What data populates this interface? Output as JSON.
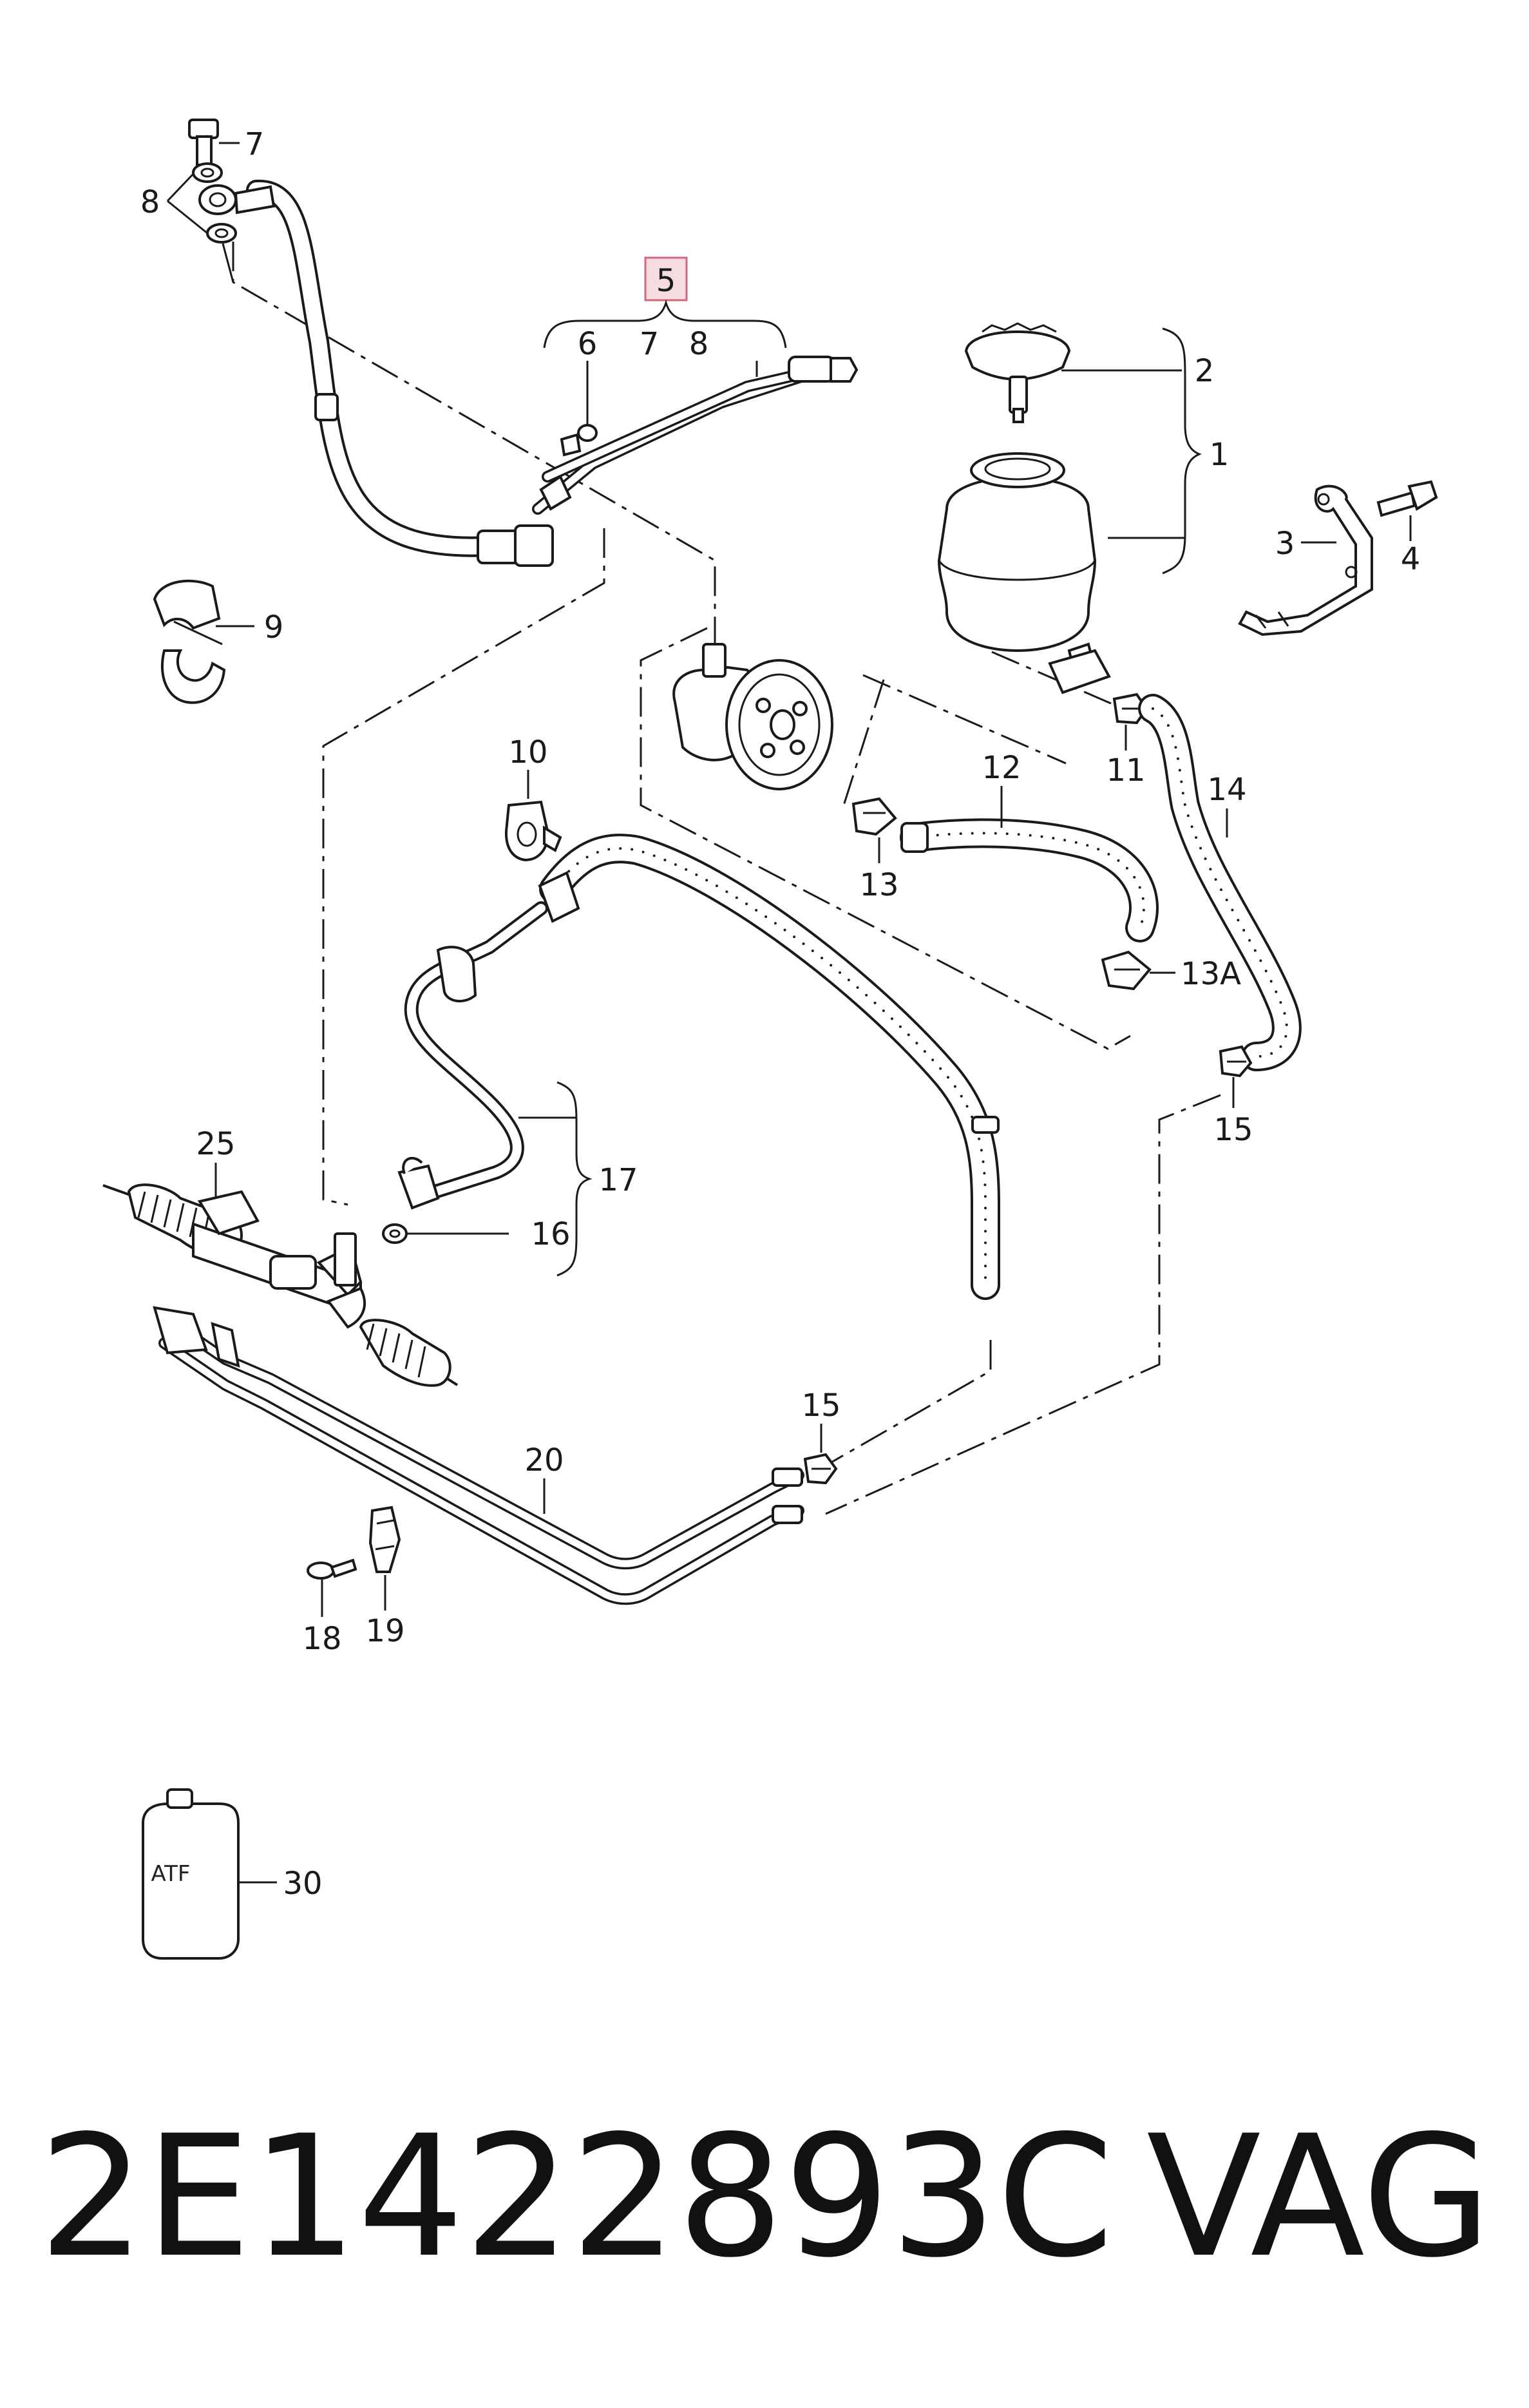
{
  "callouts": {
    "c1": "1",
    "c2": "2",
    "c3": "3",
    "c4": "4",
    "c5": "5",
    "c6": "6",
    "c7a": "7",
    "c7b": "7",
    "c8a": "8",
    "c8b": "8",
    "c9": "9",
    "c10": "10",
    "c11": "11",
    "c12": "12",
    "c13": "13",
    "c13a": "13A",
    "c14": "14",
    "c15a": "15",
    "c15b": "15",
    "c16": "16",
    "c17": "17",
    "c18": "18",
    "c19": "19",
    "c20": "20",
    "c25": "25",
    "c30": "30"
  },
  "container_label": "ATF",
  "footer": {
    "part_number": "2E1422893C",
    "brand": "VAG"
  },
  "colors": {
    "highlight_fill": "#f6dbe0",
    "highlight_stroke": "#d06a7c",
    "ink": "#1a1a1a"
  }
}
